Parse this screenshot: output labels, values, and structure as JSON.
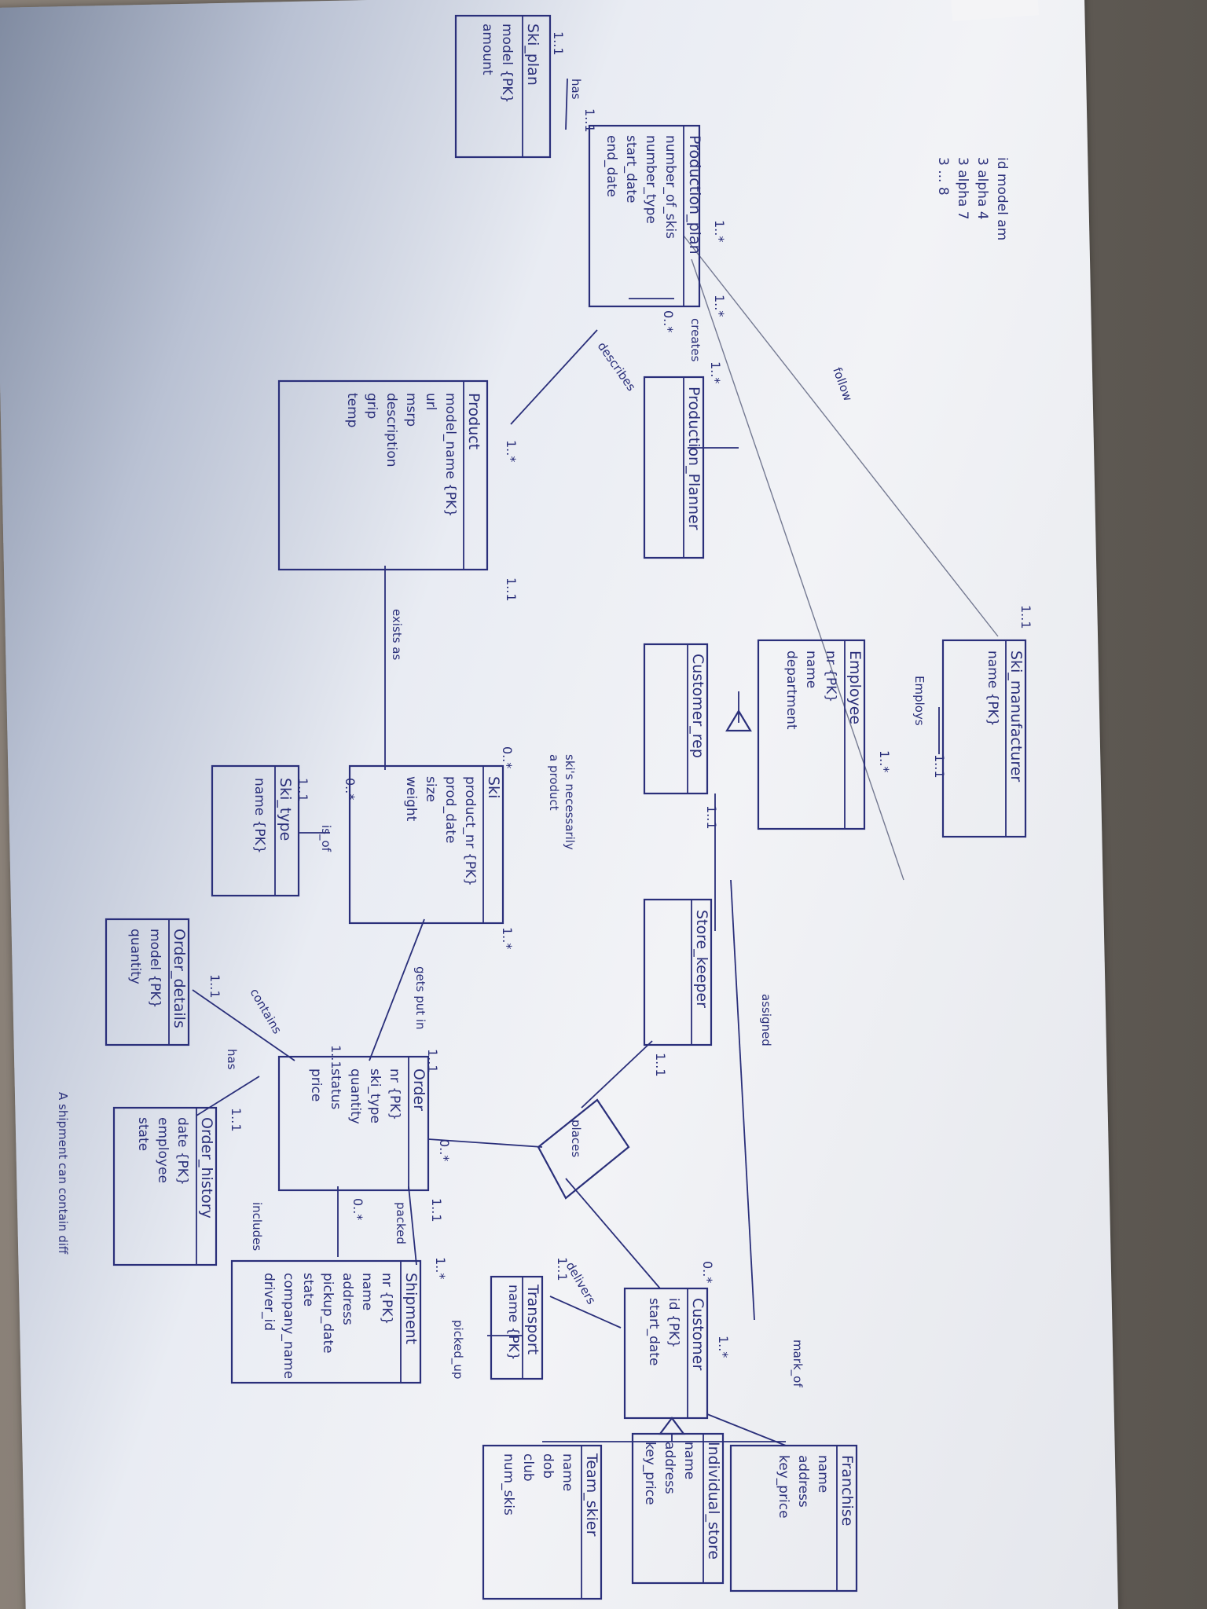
{
  "entities": {
    "ski_plan": {
      "title": "Ski_plan",
      "attrs": [
        "model {PK}",
        "amount"
      ]
    },
    "production_plan": {
      "title": "Production_plan",
      "attrs": [
        "number_of_skis",
        "number_type",
        "start_date",
        "end_date"
      ]
    },
    "product": {
      "title": "Product",
      "attrs": [
        "model_name {PK}",
        "url",
        "msrp",
        "description",
        "grip",
        "temp"
      ]
    },
    "production_planner": {
      "title": "Production_Planner"
    },
    "ski_manufacturer": {
      "title": "Ski_manufacturer",
      "attrs": [
        "name {PK}"
      ]
    },
    "employee": {
      "title": "Employee",
      "attrs": [
        "nr {PK}",
        "name",
        "department"
      ]
    },
    "customer_rep": {
      "title": "Customer_rep"
    },
    "store_keeper": {
      "title": "Store_keeper"
    },
    "ski": {
      "title": "Ski",
      "attrs": [
        "product_nr {PK}",
        "prod_date",
        "size",
        "weight"
      ]
    },
    "ski_type": {
      "title": "Ski_type",
      "attrs": [
        "name {PK}"
      ]
    },
    "order_details": {
      "title": "Order_details",
      "attrs": [
        "model {PK}",
        "quantity"
      ]
    },
    "order": {
      "title": "Order",
      "attrs": [
        "nr {PK}",
        "ski_type",
        "quantity",
        "status",
        "price"
      ]
    },
    "order_history": {
      "title": "Order_history",
      "attrs": [
        "date {PK}",
        "employee",
        "state"
      ]
    },
    "shipment": {
      "title": "Shipment",
      "attrs": [
        "nr {PK}",
        "name",
        "address",
        "pickup_date",
        "state",
        "company_name",
        "driver_id"
      ]
    },
    "transport": {
      "title": "Transport",
      "attrs": [
        "name {PK}"
      ]
    },
    "customer": {
      "title": "Customer",
      "attrs": [
        "id {PK}",
        "start_date"
      ]
    },
    "franchise": {
      "title": "Franchise",
      "attrs": [
        "name",
        "address",
        "key_price"
      ]
    },
    "individual_store": {
      "title": "Individual_store",
      "attrs": [
        "name",
        "address",
        "key_price"
      ]
    },
    "team_skier": {
      "title": "Team_skier",
      "attrs": [
        "name",
        "dob",
        "club",
        "num_skis"
      ]
    }
  },
  "relationships": {
    "has": "has",
    "follow": "follow",
    "creates": "creates",
    "describes": "describes",
    "employs": "Employs",
    "exists_as": "exists as",
    "is_of": "is_of",
    "gets_put_in": "gets put in",
    "contains": "contains",
    "has_history": "has",
    "includes": "includes",
    "assigned": "assigned",
    "places": "places",
    "packed": "packed",
    "delivers": "delivers",
    "picked_up": "picked_up",
    "mark_of": "mark_of"
  },
  "multiplicities": {
    "m_1_1": "1..1",
    "m_1_n": "1..*",
    "m_0_n": "0..*"
  },
  "notes": {
    "top_note": [
      "id  model  am",
      "3   alpha  4",
      "3   alpha  7",
      "3   ...   8"
    ],
    "ski_note": [
      "ski's necessarily",
      "a product"
    ],
    "bottom_note": "A shipment can contain diff"
  },
  "colors": {
    "ink": "#2a2f7a",
    "paper": "#f2f3f6"
  }
}
